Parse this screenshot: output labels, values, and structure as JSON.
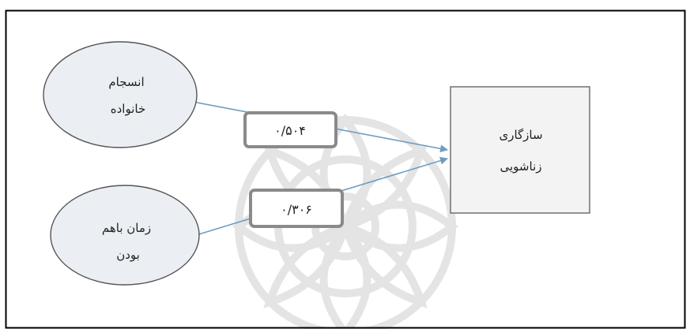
{
  "diagram": {
    "nodes": {
      "family_cohesion": {
        "line1": "انسجام",
        "line2": "خانواده"
      },
      "time_together": {
        "line1": "زمان باهم",
        "line2": "بودن"
      },
      "marital_adjustment": {
        "line1": "سازگاری",
        "line2": "زناشویی"
      }
    },
    "edges": {
      "family_cohesion_to_marital": {
        "label": "۰/۵۰۴"
      },
      "time_together_to_marital": {
        "label": "۰/۳۰۶"
      }
    },
    "colors": {
      "ellipse_fill": "#ebeef3",
      "ellipse_stroke": "#555555",
      "box_fill": "#f3f3f3",
      "box_stroke": "#666666",
      "arrow": "#6f9dc0",
      "label_border": "#8a8a8a",
      "watermark": "#cfcfcf",
      "frame": "#000000"
    }
  }
}
